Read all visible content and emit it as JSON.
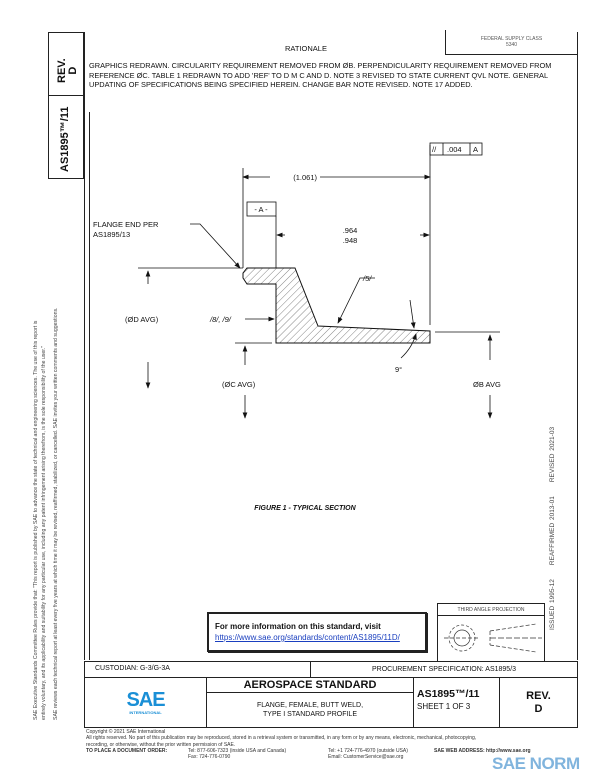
{
  "side_block": {
    "rev_label": "REV.",
    "rev": "D",
    "doc_number": "AS1895™/11"
  },
  "rationale": {
    "header_stamp_line1": "FEDERAL SUPPLY CLASS",
    "header_stamp_line2": "5340",
    "title": "RATIONALE",
    "text": "GRAPHICS REDRAWN. CIRCULARITY REQUIREMENT REMOVED FROM ØB. PERPENDICULARITY REQUIREMENT REMOVED FROM REFERENCE ØC. TABLE 1 REDRAWN TO ADD 'REF' TO D M C AND D. NOTE 3 REVISED TO STATE CURRENT QVL NOTE. GENERAL UPDATING OF SPECIFICATIONS BEING SPECIFIED HEREIN. CHANGE BAR NOTE REVISED. NOTE 17 ADDED."
  },
  "drawing": {
    "fcf_symbol": "//",
    "fcf_tolerance": ".004",
    "fcf_datum": "A",
    "overall_length": "(1.061)",
    "datum_label": "- A -",
    "length_max": ".964",
    "length_min": ".948",
    "flange_note_line1": "FLANGE END PER",
    "flange_note_line2": "AS1895/13",
    "note_5": "/5/",
    "note_8_9": "/8/, /9/",
    "diameter_d": "(ØD AVG)",
    "diameter_c": "(ØC AVG)",
    "diameter_b": "ØB AVG",
    "angle": "9°",
    "caption": "FIGURE 1 - TYPICAL SECTION"
  },
  "left_disclaimer": {
    "line1": "SAE Executive Standards Committee Rules provide that: \"This report is published by SAE to advance the state of technical and engineering sciences. The use of this report is",
    "line2": "entirely voluntary, and its applicability and suitability for any particular use, including any patent infringement arising therefrom, is the sole responsibility of the user.\"",
    "line3": "SAE reviews each technical report at least every five years at which time it may be revised, reaffirmed, stabilized, or cancelled. SAE invites your written comments and suggestions."
  },
  "history": {
    "issued": "ISSUED 1995-12",
    "reaffirmed": "REAFFIRMED 2013-01",
    "revised": "REVISED 2021-03"
  },
  "info_box": {
    "text": "For more information on this standard, visit",
    "link": "https://www.sae.org/standards/content/AS1895/11D/"
  },
  "projection": {
    "title": "THIRD ANGLE PROJECTION"
  },
  "title_block": {
    "custodian": "CUSTODIAN: G-3/G-3A",
    "procurement": "PROCUREMENT SPECIFICATION: AS1895/3",
    "logo_text": "SAE",
    "logo_sub": "INTERNATIONAL",
    "category": "AEROSPACE STANDARD",
    "title_line1": "FLANGE, FEMALE, BUTT WELD,",
    "title_line2": "TYPE I STANDARD PROFILE",
    "doc_number": "AS1895™/11",
    "sheet": "SHEET 1 OF 3",
    "rev_label": "REV.",
    "rev": "D"
  },
  "footer": {
    "copyright": "Copyright © 2021 SAE International",
    "rights": "All rights reserved. No part of this publication may be reproduced, stored in a retrieval system or transmitted, in any form or by any means, electronic, mechanical, photocopying,",
    "rights2": "recording, or otherwise, without the prior written permission of SAE.",
    "order_label": "TO PLACE A DOCUMENT ORDER:",
    "tel1": "Tel: 877-606-7323 (inside USA and Canada)",
    "fax": "Fax: 724-776-0790",
    "tel2": "Tel: +1 724-776-4970 (outside USA)",
    "email": "Email: CustomerService@sae.org",
    "web": "SAE WEB ADDRESS: http://www.sae.org"
  },
  "watermark": {
    "text": "SAE NORM"
  },
  "colors": {
    "sae_blue": "#1a8fd6",
    "link": "#1a3fbf",
    "watermark": "#6aa7d8"
  }
}
